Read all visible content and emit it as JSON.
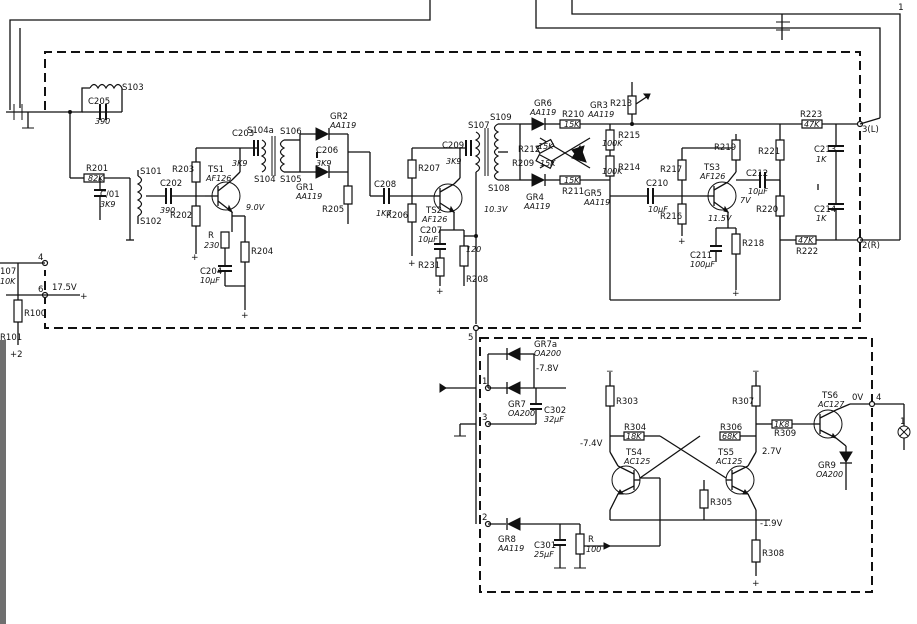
{
  "components": {
    "s103": "S103",
    "c205": "C205",
    "c205_val": "390",
    "r201": "R201",
    "r201_val": "82K",
    "s101": "S101",
    "c201": "C/01",
    "c201_val": "3K9",
    "s102": "S102",
    "c202": "C202",
    "c202_val": "390",
    "r203": "R203",
    "r202": "R202",
    "ts1": "TS1",
    "ts1_type": "AF126",
    "v_9v": "9.0V",
    "r_230": "230",
    "r_230_prefix": "R",
    "r204": "R204",
    "c204": "C204",
    "c204_val": "10µF",
    "c203": "C203",
    "c203_val": "3K9",
    "s104a": "S104a",
    "s104": "S104",
    "s105": "S105",
    "s106": "S106",
    "gr2": "GR2",
    "gr2_type": "AA119",
    "c206": "C206",
    "c206_val": "3K9",
    "gr1": "GR1",
    "gr1_type": "AA119",
    "r205": "R205",
    "c208": "C208",
    "c208_val": "1K7",
    "r207": "R207",
    "r206": "R206",
    "ts2": "TS2",
    "ts2_type": "AF126",
    "c207": "C207",
    "c207_val": "10µF",
    "r231": "R231",
    "r208": "R208",
    "r_120": "120",
    "c209": "C209",
    "c209_val": "3K9",
    "s107": "S107",
    "s108": "S108",
    "s109": "S109",
    "v_103": "10.3V",
    "gr6": "GR6",
    "gr6_type": "AA119",
    "r210": "R210",
    "r210_val": "15K",
    "gr3": "GR3",
    "gr3_type": "AA119",
    "r212": "R212",
    "r209": "R209",
    "r_15k": "15K",
    "gr4": "GR4",
    "gr4_type": "AA119",
    "r211": "R211",
    "r211_val": "15K",
    "gr5": "GR5",
    "gr5_type": "AA119",
    "r213": "R213",
    "r215": "R215",
    "r215_val": "100K",
    "r214": "R214",
    "r214_val": "100K",
    "c210": "C210",
    "c210_val": "10µF",
    "r217": "R217",
    "r216": "R216",
    "ts3": "TS3",
    "ts3_type": "AF126",
    "r219": "R219",
    "c212": "C212",
    "c212_val": "10µF",
    "v_7v": "7V",
    "v_115": "11.5V",
    "c211": "C211",
    "c211_val": "100µF",
    "r218": "R218",
    "r223": "R223",
    "r223_val": "47K",
    "r221": "R221",
    "r220": "R220",
    "c213": "C213",
    "c213_val": "1K",
    "c214": "C214",
    "c214_val": "1K",
    "r222": "R222",
    "r222_val": "47K",
    "out_3": "3(L)",
    "out_2": "2(R)",
    "term_4": "4",
    "term_6": "6",
    "term_5": "5",
    "v_175": "17.5V",
    "plus": "+",
    "minus": "−",
    "r107": "107",
    "r107_val": "10K",
    "r100": "R100",
    "r101": "R101",
    "plus2": "+2",
    "gr7a": "GR7a",
    "gr7a_type": "OA200",
    "v_78": "-7.8V",
    "gr7": "GR7",
    "gr7_type": "OA200",
    "c302": "C302",
    "c302_val": "32µF",
    "term_1": "1",
    "term_3": "3",
    "term_2": "2",
    "r303": "R303",
    "r304": "R304",
    "r304_val": "18K",
    "r307": "R307",
    "r306": "R306",
    "r306_val": "68K",
    "r309": "R309",
    "r309_val": "1K8",
    "v_74": "-7.4V",
    "v_27": "2.7V",
    "ts4": "TS4",
    "ts4_type": "AC125",
    "ts5": "TS5",
    "ts5_type": "AC125",
    "r305": "R305",
    "v_19": "-1.9V",
    "r308": "R308",
    "ts6": "TS6",
    "ts6_type": "AC127",
    "v_0": "0V",
    "gr9": "GR9",
    "gr9_type": "OA200",
    "term_4b": "4",
    "lamp_term": "1",
    "gr8": "GR8",
    "gr8_type": "AA119",
    "c301": "C301",
    "c301_val": "25µF",
    "r302": "R",
    "r302_val": "100",
    "corner_1": "1"
  }
}
